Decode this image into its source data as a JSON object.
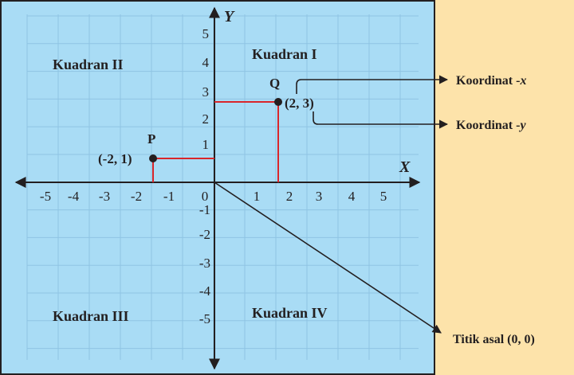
{
  "colors": {
    "page_background": "#fde3aa",
    "plane_background": "#a9dcf5",
    "grid": "#8fc4e3",
    "axis": "#231f20",
    "guide_lines": "#d9262b",
    "text": "#231f20"
  },
  "axes": {
    "x_label": "X",
    "y_label": "Y",
    "x_ticks": [
      "-5",
      "-4",
      "-3",
      "-2",
      "-1",
      "0",
      "1",
      "2",
      "3",
      "4",
      "5"
    ],
    "y_ticks_positive": [
      "1",
      "2",
      "3",
      "4",
      "5"
    ],
    "y_ticks_negative": [
      "-1",
      "-2",
      "-3",
      "-4",
      "-5"
    ]
  },
  "quadrants": {
    "q1": "Kuadran I",
    "q2": "Kuadran II",
    "q3": "Kuadran III",
    "q4": "Kuadran IV"
  },
  "points": [
    {
      "name": "P",
      "coord_label": "(-2, 1)",
      "x": -2,
      "y": 1
    },
    {
      "name": "Q",
      "coord_label": "(2, 3)",
      "x": 2,
      "y": 3
    }
  ],
  "origin": {
    "x": 0,
    "y": 0
  },
  "annotations": {
    "x_coordinate": "Koordinat -x",
    "y_coordinate": "Koordinat -y",
    "origin": "Titik asal (0, 0)"
  }
}
